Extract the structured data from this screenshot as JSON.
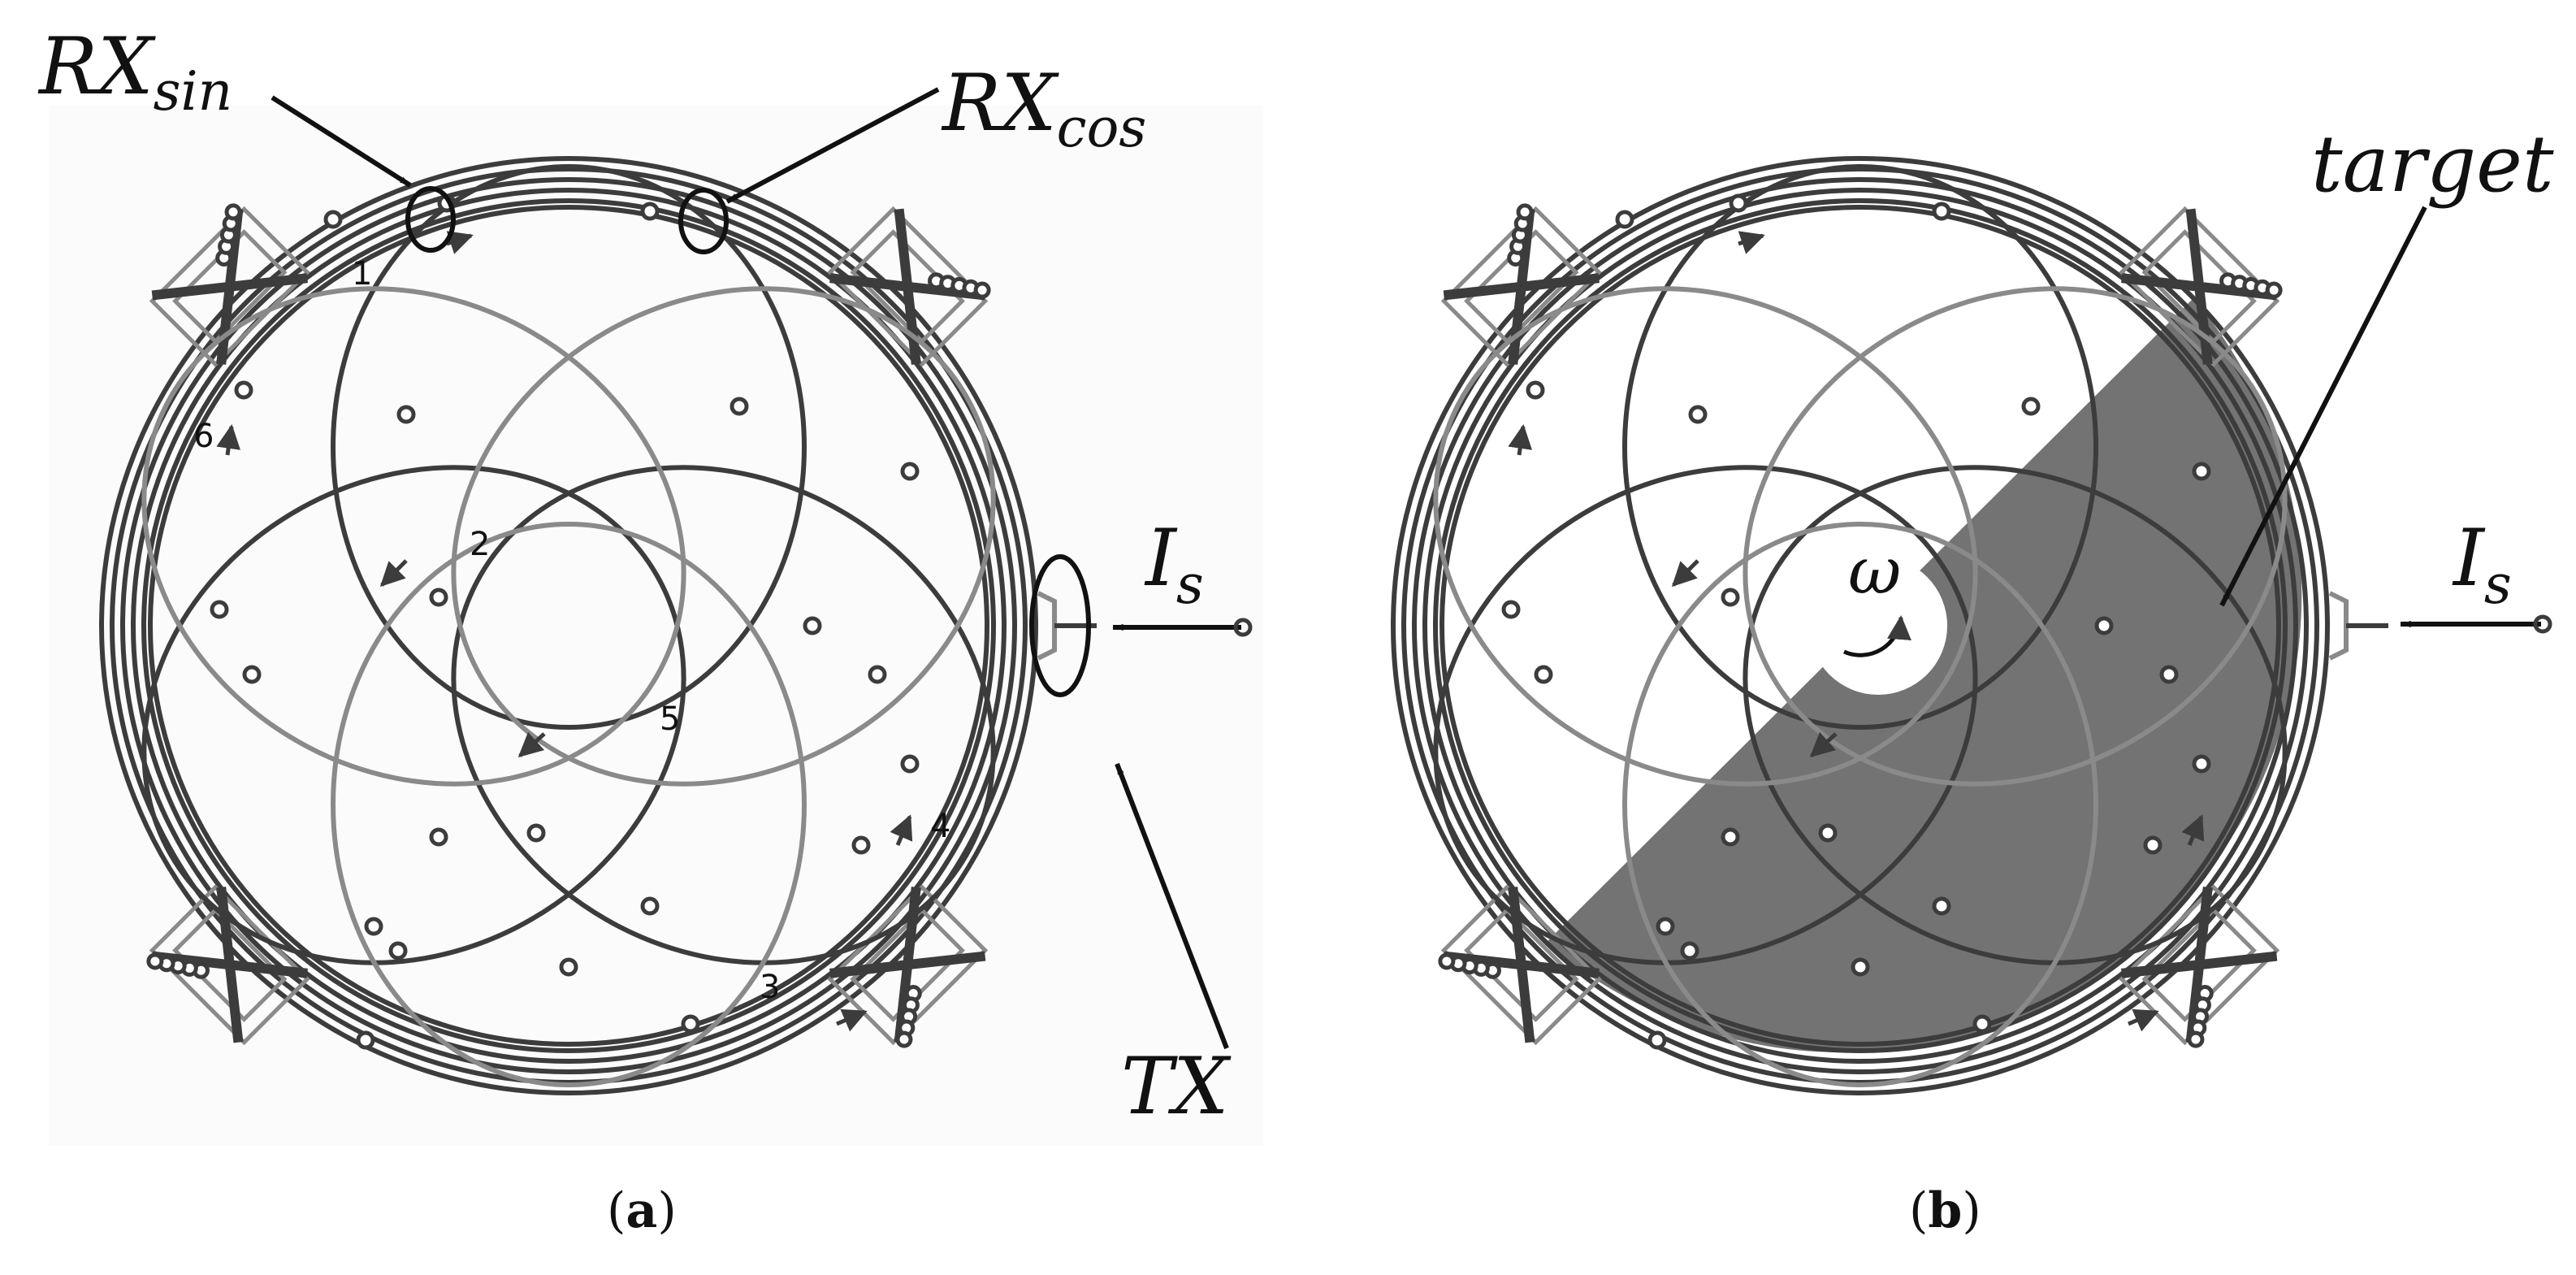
{
  "panel_a": {
    "caption_open": "(",
    "caption_letter": "a",
    "caption_close": ")",
    "label_rx_sin_main": "RX",
    "label_rx_sin_sub": "sin",
    "label_rx_cos_main": "RX",
    "label_rx_cos_sub": "cos",
    "label_is_main": "I",
    "label_is_sub": "s",
    "label_tx": "TX",
    "coil_numbers": [
      "1",
      "2",
      "3",
      "4",
      "5",
      "6"
    ]
  },
  "panel_b": {
    "caption_open": "(",
    "caption_letter": "b",
    "caption_close": ")",
    "label_target": "target",
    "label_omega": "ω",
    "label_is_main": "I",
    "label_is_sub": "s"
  },
  "colors": {
    "trace": "#3c3c3c",
    "trace_light": "#8a8a8a",
    "target_fill": "#737373",
    "background": "#ffffff",
    "panel_bg": "#fbfbfb"
  }
}
